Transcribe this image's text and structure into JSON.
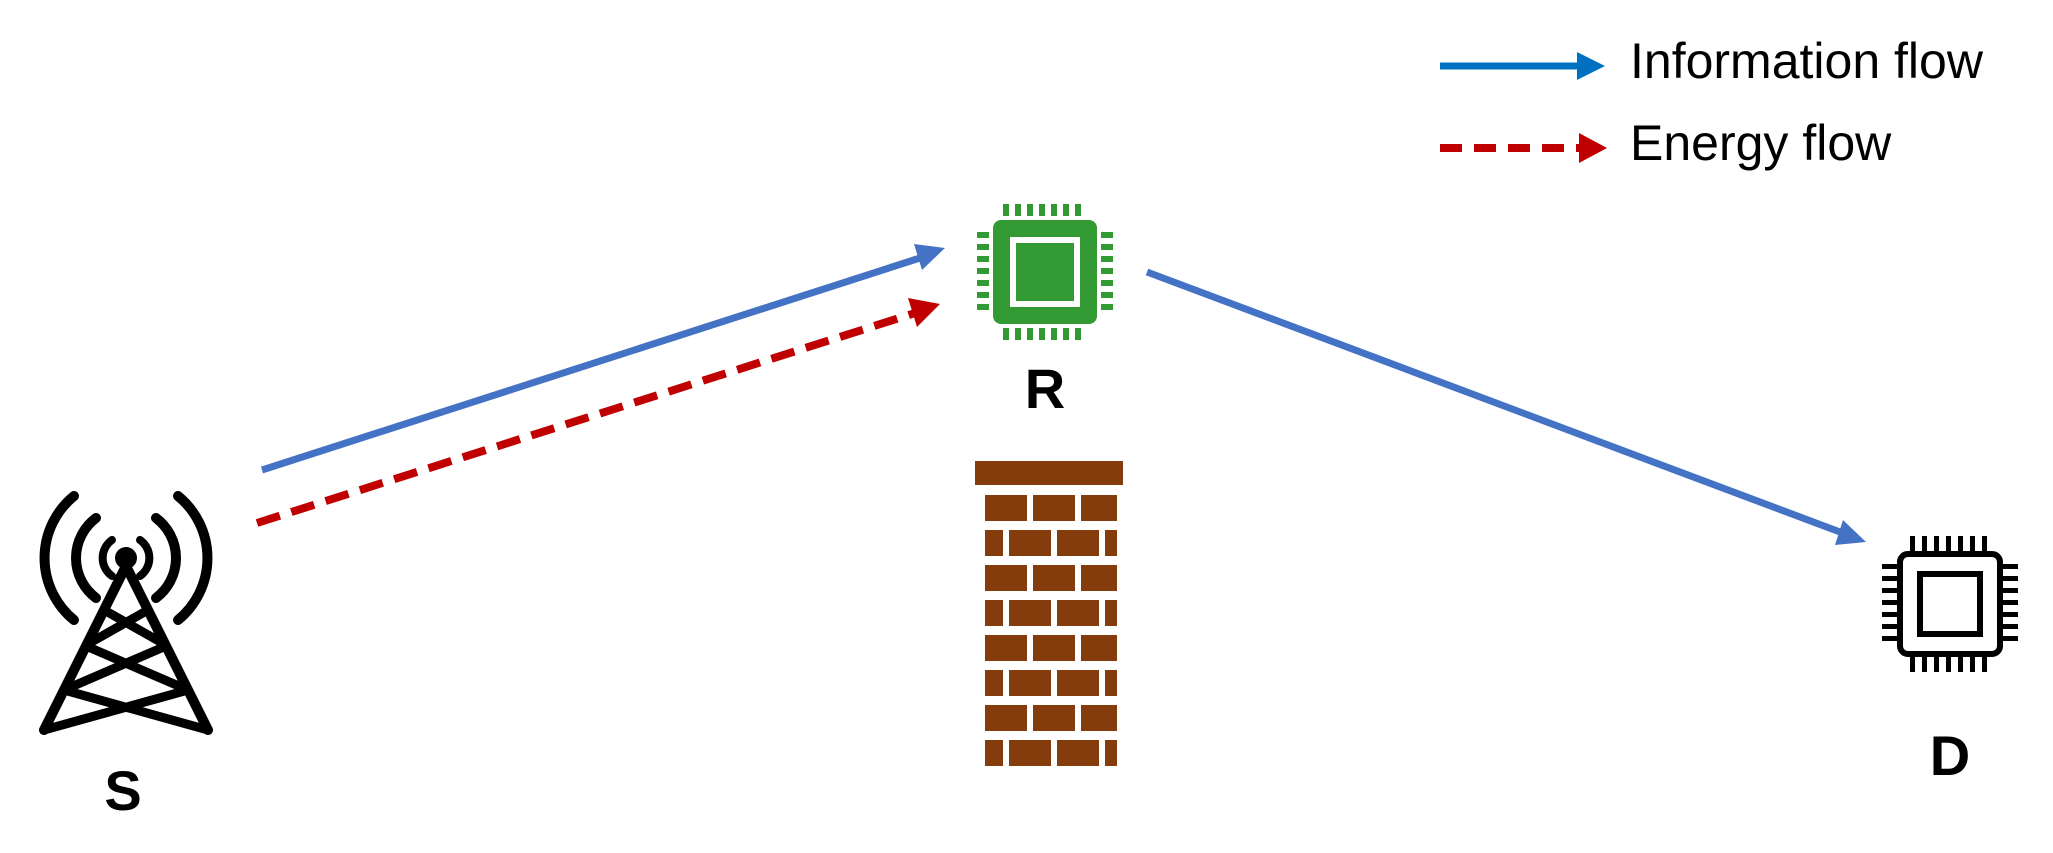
{
  "legend": {
    "information_label": "Information flow",
    "energy_label": "Energy flow"
  },
  "nodes": {
    "source_label": "S",
    "relay_label": "R",
    "destination_label": "D"
  },
  "colors": {
    "information_flow": "#4472C4",
    "legend_information_flow": "#0070C0",
    "energy_flow": "#C00000",
    "relay_chip": "#339933",
    "wall_brick": "#843C0C",
    "outline": "#000000"
  },
  "icons": {
    "source": "cell-tower-icon",
    "relay": "microchip-icon",
    "destination": "microchip-icon",
    "obstacle": "brick-wall-icon"
  }
}
